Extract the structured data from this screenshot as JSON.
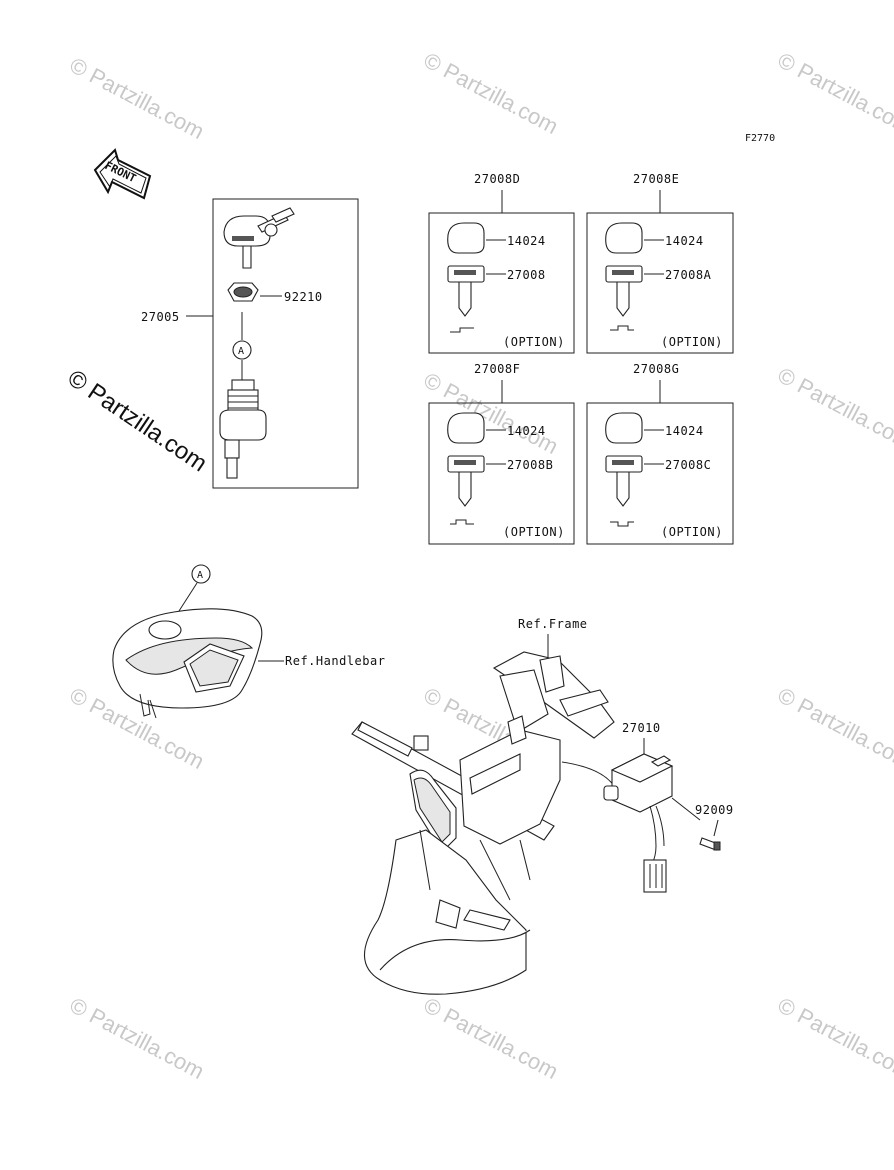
{
  "figure_code": "F2770",
  "front_label": "FRONT",
  "watermark": "© Partzilla.com",
  "callout_letter": "A",
  "assemblies": {
    "ignition_set": {
      "id": "27005",
      "nut": "92210"
    },
    "key_sets": [
      {
        "id": "27008D",
        "cover": "14024",
        "key": "27008",
        "note": "(OPTION)"
      },
      {
        "id": "27008E",
        "cover": "14024",
        "key": "27008A",
        "note": "(OPTION)"
      },
      {
        "id": "27008F",
        "cover": "14024",
        "key": "27008B",
        "note": "(OPTION)"
      },
      {
        "id": "27008G",
        "cover": "14024",
        "key": "27008C",
        "note": "(OPTION)"
      }
    ],
    "refs": {
      "handlebar": "Ref.Handlebar",
      "frame": "Ref.Frame"
    },
    "relay": {
      "id": "27010",
      "bolt": "92009"
    }
  }
}
